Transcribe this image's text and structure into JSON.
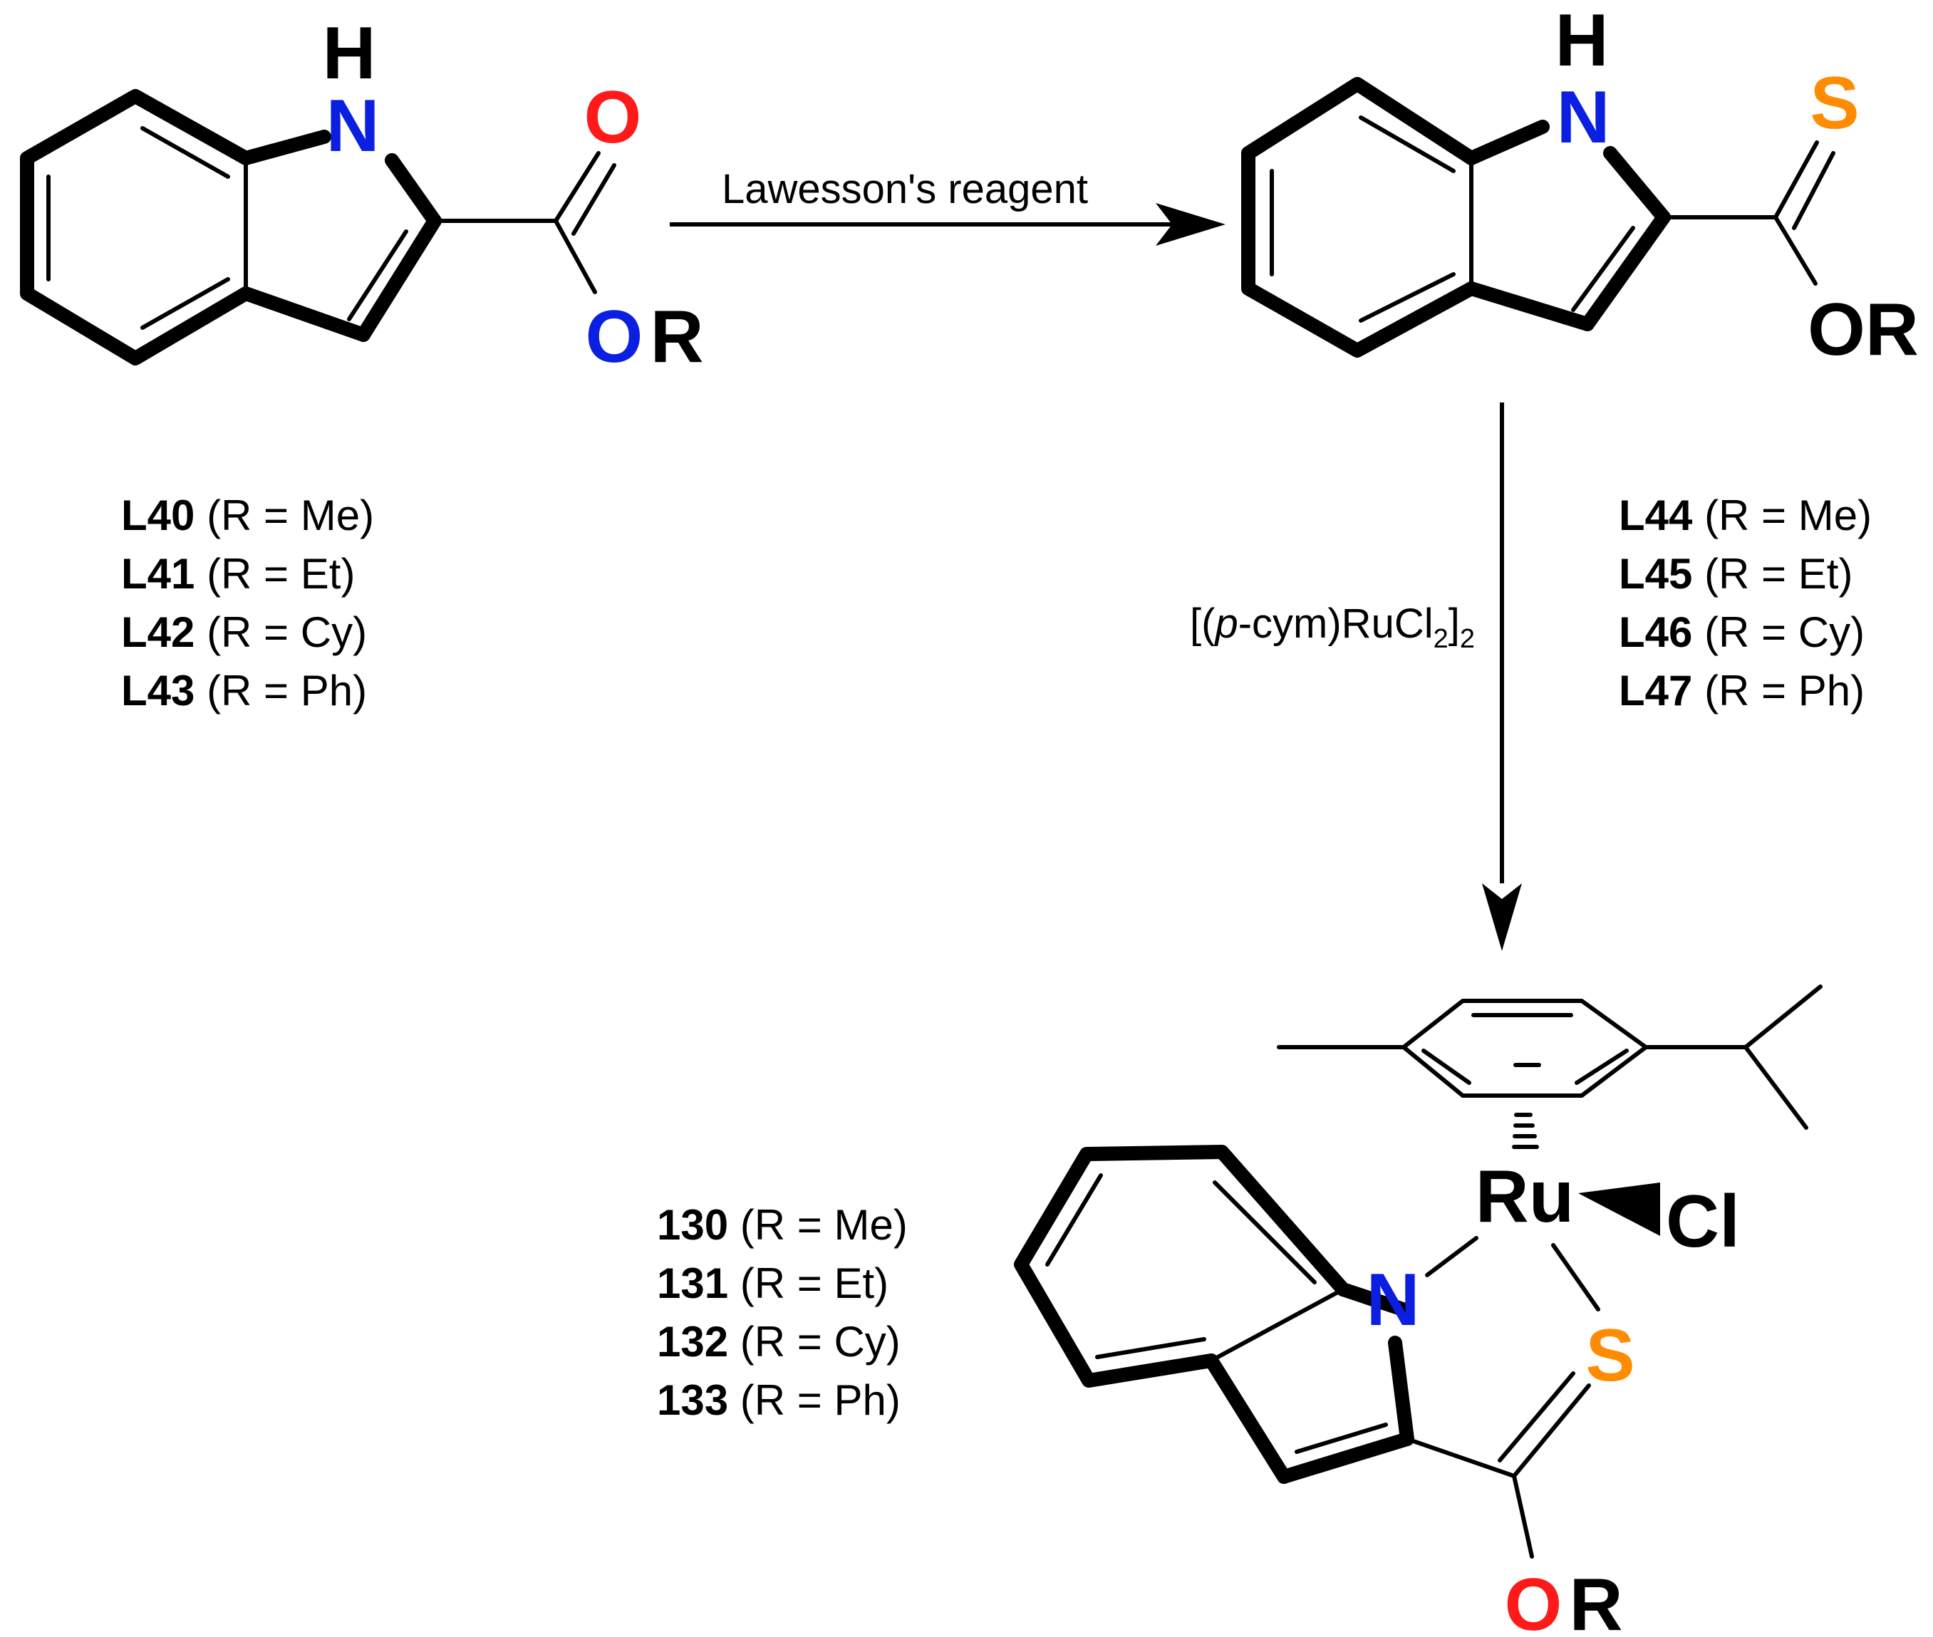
{
  "colors": {
    "nitrogen": "#0b1fe0",
    "oxygen": "#ff1a1a",
    "sulfur": "#ff8c00",
    "carbon": "#000000"
  },
  "reactant": {
    "atoms": {
      "H": "H",
      "N": "N",
      "O_carbonyl": "O",
      "O_ester": "O",
      "R": "R"
    },
    "labels": [
      {
        "id": "L40",
        "desc": "(R = Me)"
      },
      {
        "id": "L41",
        "desc": "(R = Et)"
      },
      {
        "id": "L42",
        "desc": "(R = Cy)"
      },
      {
        "id": "L43",
        "desc": "(R = Ph)"
      }
    ]
  },
  "step1": {
    "reagent": "Lawesson's reagent"
  },
  "thione": {
    "atoms": {
      "H": "H",
      "N": "N",
      "S": "S",
      "OR": "OR"
    },
    "labels": [
      {
        "id": "L44",
        "desc": "(R = Me)"
      },
      {
        "id": "L45",
        "desc": "(R = Et)"
      },
      {
        "id": "L46",
        "desc": "(R = Cy)"
      },
      {
        "id": "L47",
        "desc": "(R = Ph)"
      }
    ]
  },
  "step2": {
    "reagent_prefix": "[(",
    "reagent_italic": "p",
    "reagent_mid": "-cym)RuCl",
    "sub1": "2",
    "reagent_close": "]",
    "sub2": "2"
  },
  "complex": {
    "atoms": {
      "Ru": "Ru",
      "Cl": "Cl",
      "N": "N",
      "S": "S",
      "O": "O",
      "R": "R"
    },
    "labels": [
      {
        "id": "130",
        "desc": "(R = Me)"
      },
      {
        "id": "131",
        "desc": "(R = Et)"
      },
      {
        "id": "132",
        "desc": "(R = Cy)"
      },
      {
        "id": "133",
        "desc": "(R = Ph)"
      }
    ]
  }
}
